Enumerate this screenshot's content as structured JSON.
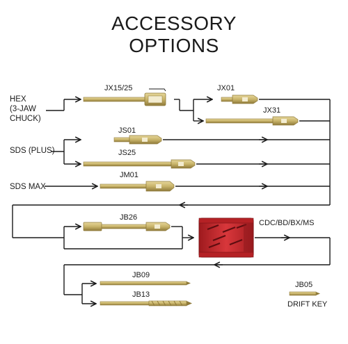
{
  "title": {
    "line1": "ACCESSORY",
    "line2": "OPTIONS"
  },
  "sources": {
    "hex": [
      "HEX",
      "(3-JAW",
      "CHUCK)"
    ],
    "sds_plus": "SDS (PLUS)",
    "sds_max": "SDS MAX"
  },
  "parts": {
    "jx15_25": "JX15/25",
    "jx01": "JX01",
    "jx31": "JX31",
    "js01": "JS01",
    "js25": "JS25",
    "jm01": "JM01",
    "jb26": "JB26",
    "core_bit": "CDC/BD/BX/MS",
    "jb09": "JB09",
    "jb13": "JB13",
    "jb05": "JB05",
    "drift_key": "DRIFT KEY"
  },
  "colors": {
    "line": "#1a1a1a",
    "metal": "#c9b46a",
    "metal_dark": "#8f7a3a",
    "core_red": "#c8262b"
  }
}
